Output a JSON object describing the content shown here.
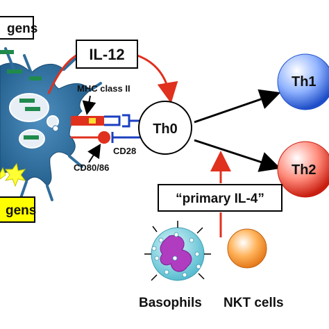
{
  "labels": {
    "allergens_top": "gens",
    "allergens_bottom": "gens",
    "il12": "IL-12",
    "mhc": "MHC class II",
    "cd28": "CD28",
    "cd80": "CD80/86",
    "th0": "Th0",
    "th1": "Th1",
    "th2": "Th2",
    "primary_il4": "“primary IL-4”",
    "basophils": "Basophils",
    "nkt": "NKT cells"
  },
  "colors": {
    "arrow_red": "#e0301e",
    "th1_blue": "#3b6fe0",
    "th2_red": "#e0301e",
    "dc_blue": "#2f6d9c",
    "allergen_green": "#1f8a4c",
    "allergen_yellow_box": "#ffff00",
    "nkt_orange": "#ef8a1c",
    "basophil_magenta": "#b03cc0",
    "basophil_body": "#7fd3e0",
    "receptor_blue": "#1a3fc0"
  }
}
